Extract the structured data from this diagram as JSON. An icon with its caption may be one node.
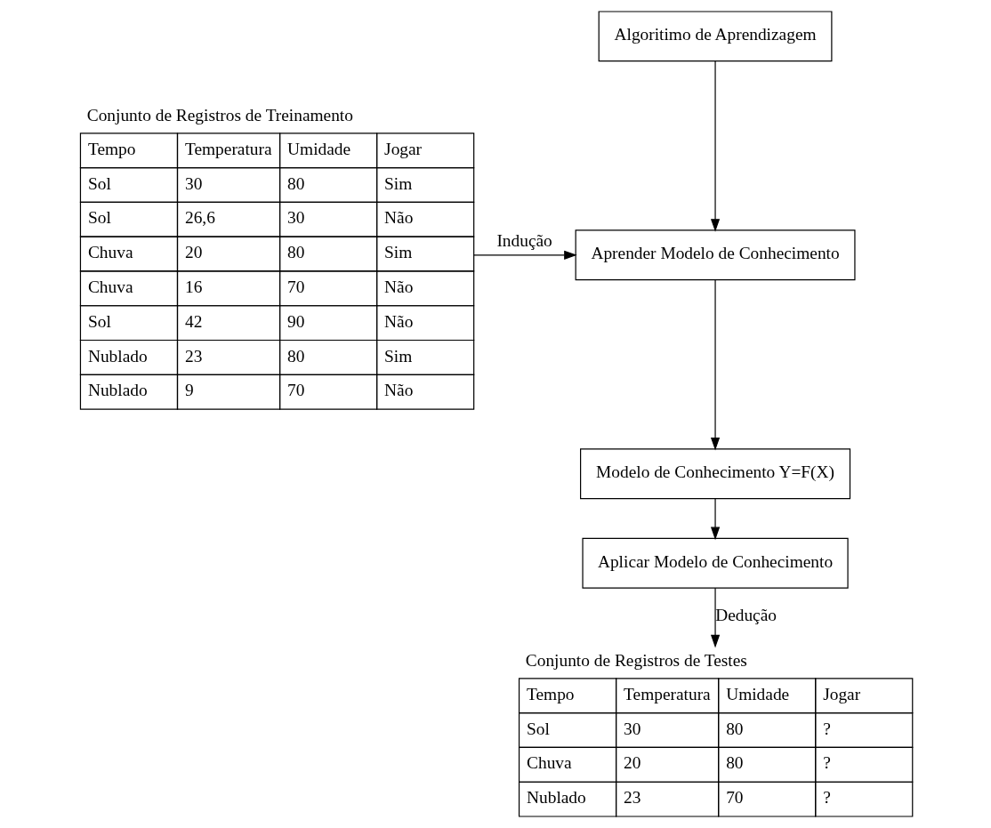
{
  "diagram": {
    "nodes": [
      {
        "text": [
          "Conjunto de Registros de Treinamento",
          "Tempo",
          "Temperatura",
          "Umidade",
          "Jogar",
          "Sol",
          "30",
          "80",
          "Sim",
          "Sol",
          "26,6",
          "30",
          "Não",
          "Chuva",
          "20",
          "80",
          "Sim",
          "Chuva",
          "16",
          "70",
          "Não",
          "Sol",
          "42",
          "90",
          "Não",
          "Nublado",
          "23",
          "80",
          "Sim",
          "Nublado",
          "9",
          "70",
          "Não"
        ]
      },
      {
        "text": [
          "Algoritimo de Aprendizagem"
        ]
      },
      {
        "text": [
          "Aprender Modelo de Conhecimento"
        ]
      },
      {
        "text": [
          "Modelo de Conhecimento Y=F(X)"
        ]
      },
      {
        "text": [
          "Aplicar Modelo de Conhecimento"
        ]
      },
      {
        "text": [
          "Conjunto de Registros de Testes",
          "Tempo",
          "Temperatura",
          "Umidade",
          "Jogar",
          "Sol",
          "30",
          "80",
          "?",
          "Chuva",
          "20",
          "80",
          "?",
          "Nublado",
          "23",
          "70",
          "?"
        ]
      }
    ],
    "edges": [
      {
        "from": 0,
        "to": 2,
        "arrow": "to",
        "label": "Indução"
      },
      {
        "from": 1,
        "to": 2,
        "arrow": "to"
      },
      {
        "from": 2,
        "to": 3,
        "arrow": "to"
      },
      {
        "from": 3,
        "to": 4,
        "arrow": "to"
      },
      {
        "from": 4,
        "to": 5,
        "arrow": "to",
        "label": "Dedução"
      }
    ]
  }
}
